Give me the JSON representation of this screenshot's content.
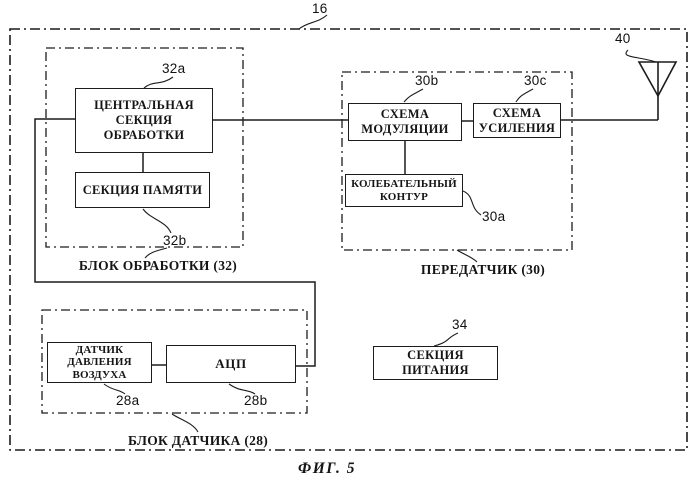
{
  "figure": {
    "caption": "ФИГ. 5",
    "system_ref": "16"
  },
  "blocks": {
    "processing": {
      "caption": "БЛОК ОБРАБОТКИ (32)",
      "central": {
        "label": "ЦЕНТРАЛЬНАЯ\nСЕКЦИЯ\nОБРАБОТКИ",
        "ref": "32a"
      },
      "memory": {
        "label": "СЕКЦИЯ ПАМЯТИ",
        "ref": "32b"
      }
    },
    "transmitter": {
      "caption": "ПЕРЕДАТЧИК (30)",
      "modulation": {
        "label": "СХЕМА\nМОДУЛЯЦИИ",
        "ref": "30b"
      },
      "amplification": {
        "label": "СХЕМА\nУСИЛЕНИЯ",
        "ref": "30c"
      },
      "oscillator": {
        "label": "КОЛЕБАТЕЛЬНЫЙ\nКОНТУР",
        "ref": "30a"
      }
    },
    "sensor": {
      "caption": "БЛОК ДАТЧИКА (28)",
      "pressure": {
        "label": "ДАТЧИК\nДАВЛЕНИЯ\nВОЗДУХА",
        "ref": "28a"
      },
      "adc": {
        "label": "АЦП",
        "ref": "28b"
      }
    },
    "power": {
      "label": "СЕКЦИЯ\nПИТАНИЯ",
      "ref": "34"
    },
    "antenna": {
      "ref": "40"
    }
  },
  "colors": {
    "line": "#1c1c1c",
    "background": "#ffffff"
  }
}
